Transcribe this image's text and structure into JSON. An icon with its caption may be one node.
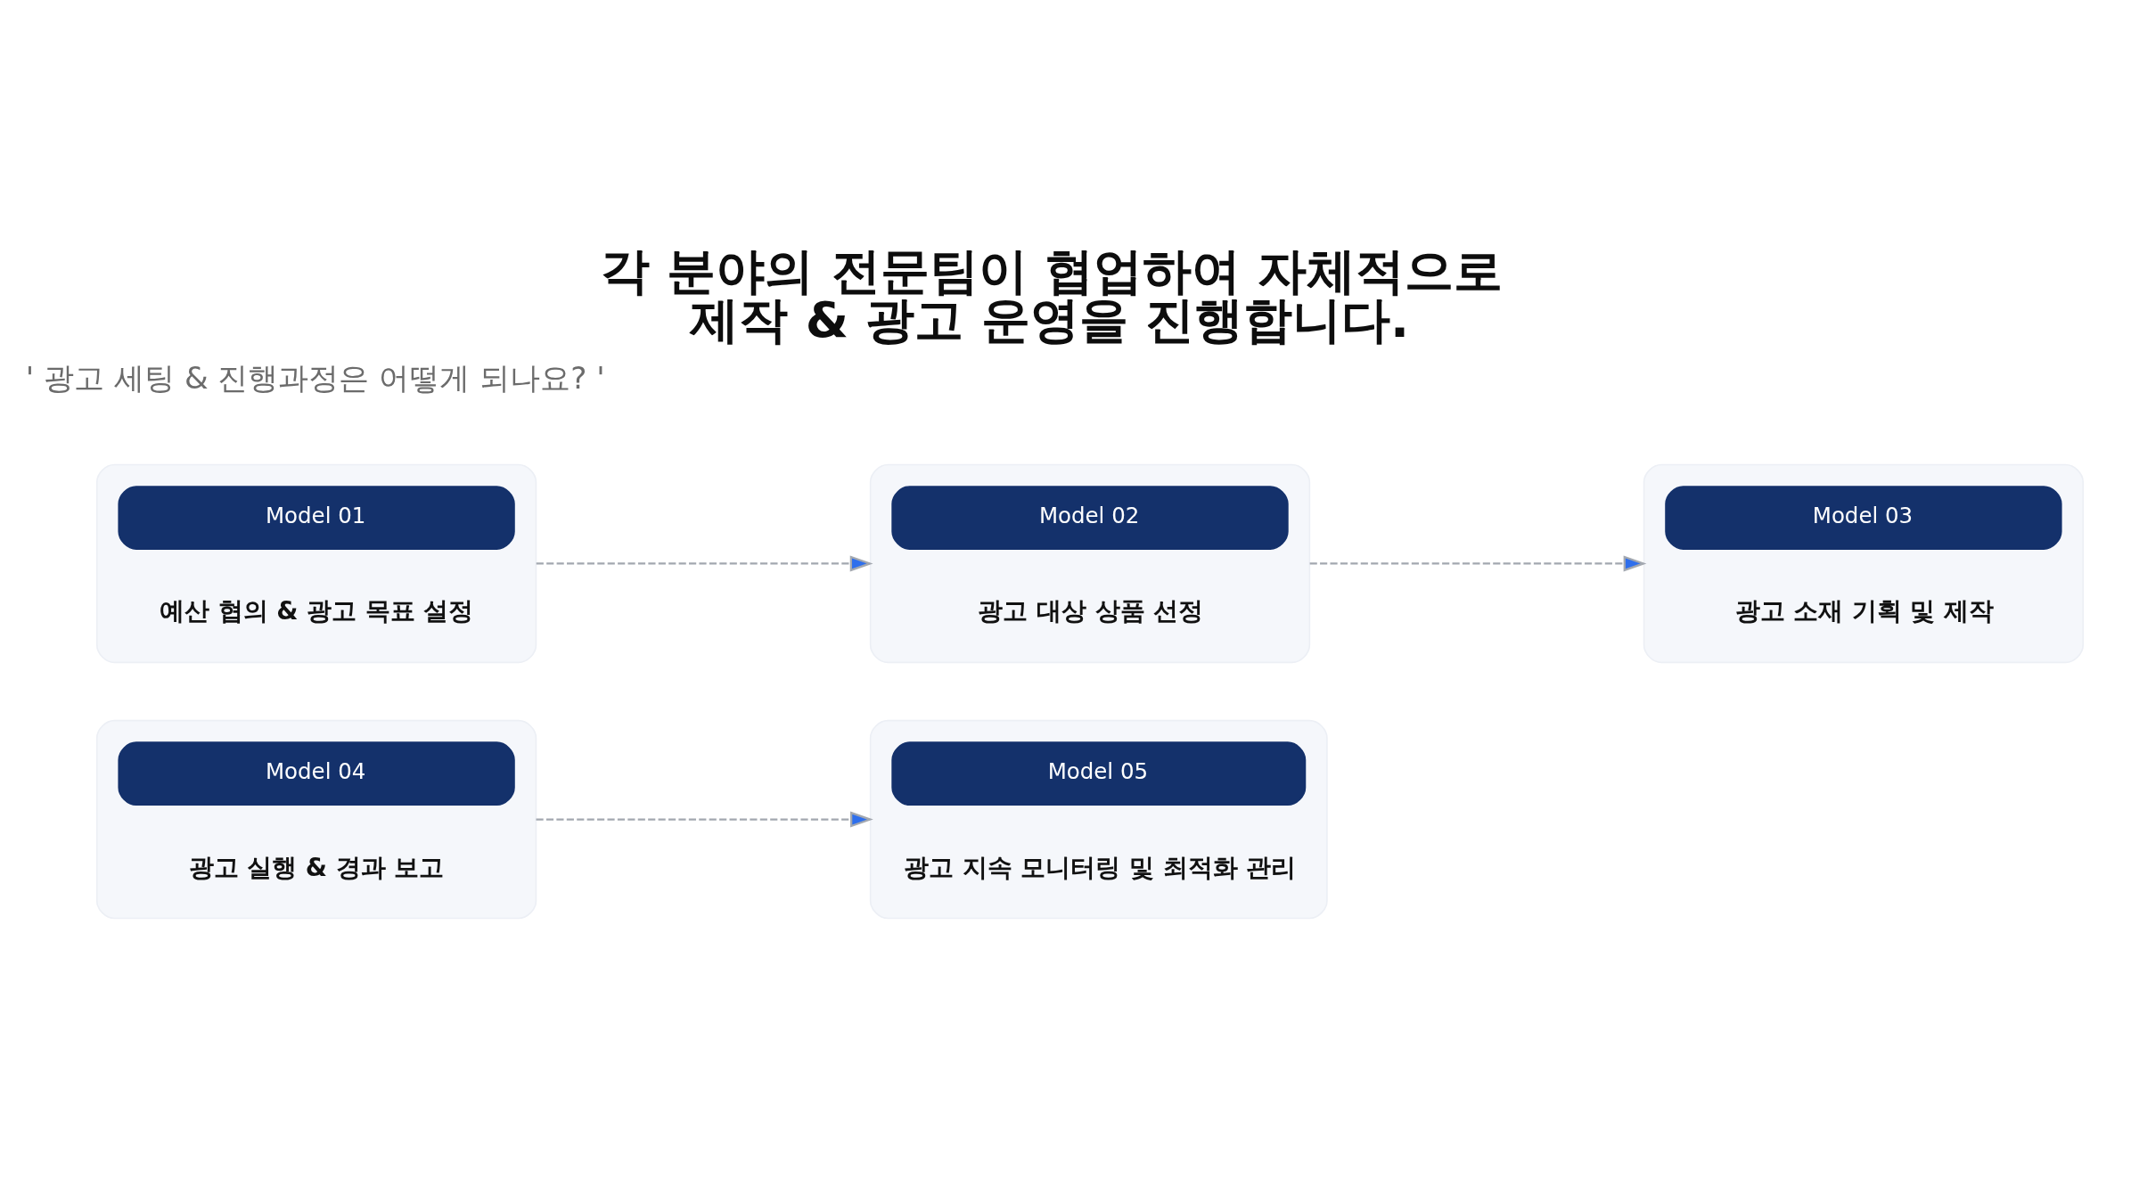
{
  "diagram": {
    "title": "각 분야의 전문팀이 협업하여 자체적으로 제작 & 광고 운영을 진행합니다.",
    "nodes": [
      {
        "text": [
          "Model 01",
          "예산 협의 & 광고 목표 설정"
        ]
      },
      {
        "text": [
          "Model 02",
          "광고 대상 상품 선정"
        ]
      },
      {
        "text": [
          "Model 03",
          "광고 소재 기획 및 제작"
        ]
      },
      {
        "text": [
          "Model 04",
          "광고 실행 & 경과 보고"
        ]
      },
      {
        "text": [
          "Model 05",
          "광고 지속 모니터링 및 최적화 관리"
        ]
      }
    ],
    "edges": [
      {
        "from": 0,
        "to": 1,
        "arrow": "to",
        "style": "dashed"
      },
      {
        "from": 1,
        "to": 2,
        "arrow": "to",
        "style": "dashed"
      },
      {
        "from": 3,
        "to": 4,
        "arrow": "to",
        "style": "dashed"
      }
    ],
    "labels": [
      "' 광고 세팅 & 진행과정은 어떻게 되나요? '"
    ]
  }
}
